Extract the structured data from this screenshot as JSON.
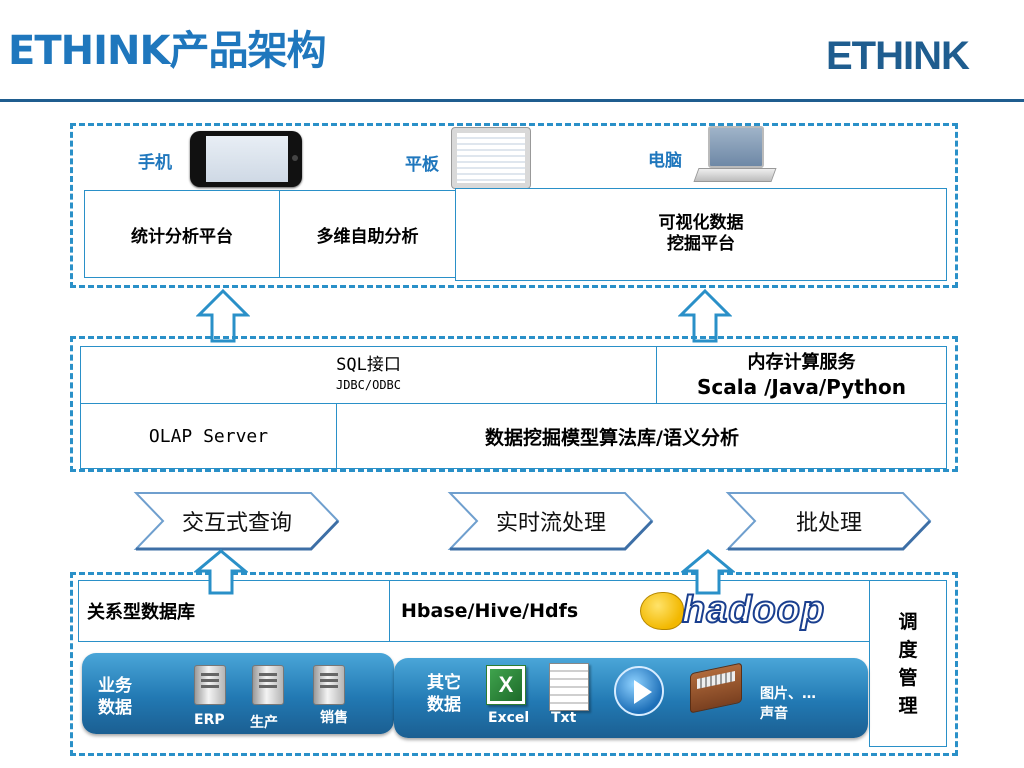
{
  "header": {
    "title": "ETHINK产品架构",
    "logo_text": "ETHINK"
  },
  "top_layer": {
    "devices": {
      "phone": "手机",
      "tablet": "平板",
      "pc": "电脑"
    },
    "platforms": {
      "stats": "统计分析平台",
      "olap_self": "多维自助分析",
      "viz_line1": "可视化数据",
      "viz_line2": "挖掘平台"
    }
  },
  "middle_layer": {
    "sql_title": "SQL接口",
    "sql_sub": "JDBC/ODBC",
    "mem_title": "内存计算服务",
    "mem_sub": "Scala /Java/Python",
    "olap_server": "OLAP Server",
    "mining": "数据挖掘模型算法库/语义分析"
  },
  "processing": {
    "interactive": "交互式查询",
    "stream": "实时流处理",
    "batch": "批处理"
  },
  "bottom_layer": {
    "rdb": "关系型数据库",
    "hadoop_stack": "Hbase/Hive/Hdfs",
    "hadoop_logo": "hadoop",
    "business_l1": "业务",
    "business_l2": "数据",
    "erp": "ERP",
    "production": "生产",
    "sales": "销售",
    "other_l1": "其它",
    "other_l2": "数据",
    "excel": "Excel",
    "txt": "Txt",
    "media_l1": "图片、…",
    "media_l2": "声音",
    "schedule": [
      "调",
      "度",
      "管",
      "理"
    ]
  },
  "colors": {
    "accent": "#1f77bd",
    "dash": "#2a90c8",
    "rule": "#1f5d8f"
  }
}
